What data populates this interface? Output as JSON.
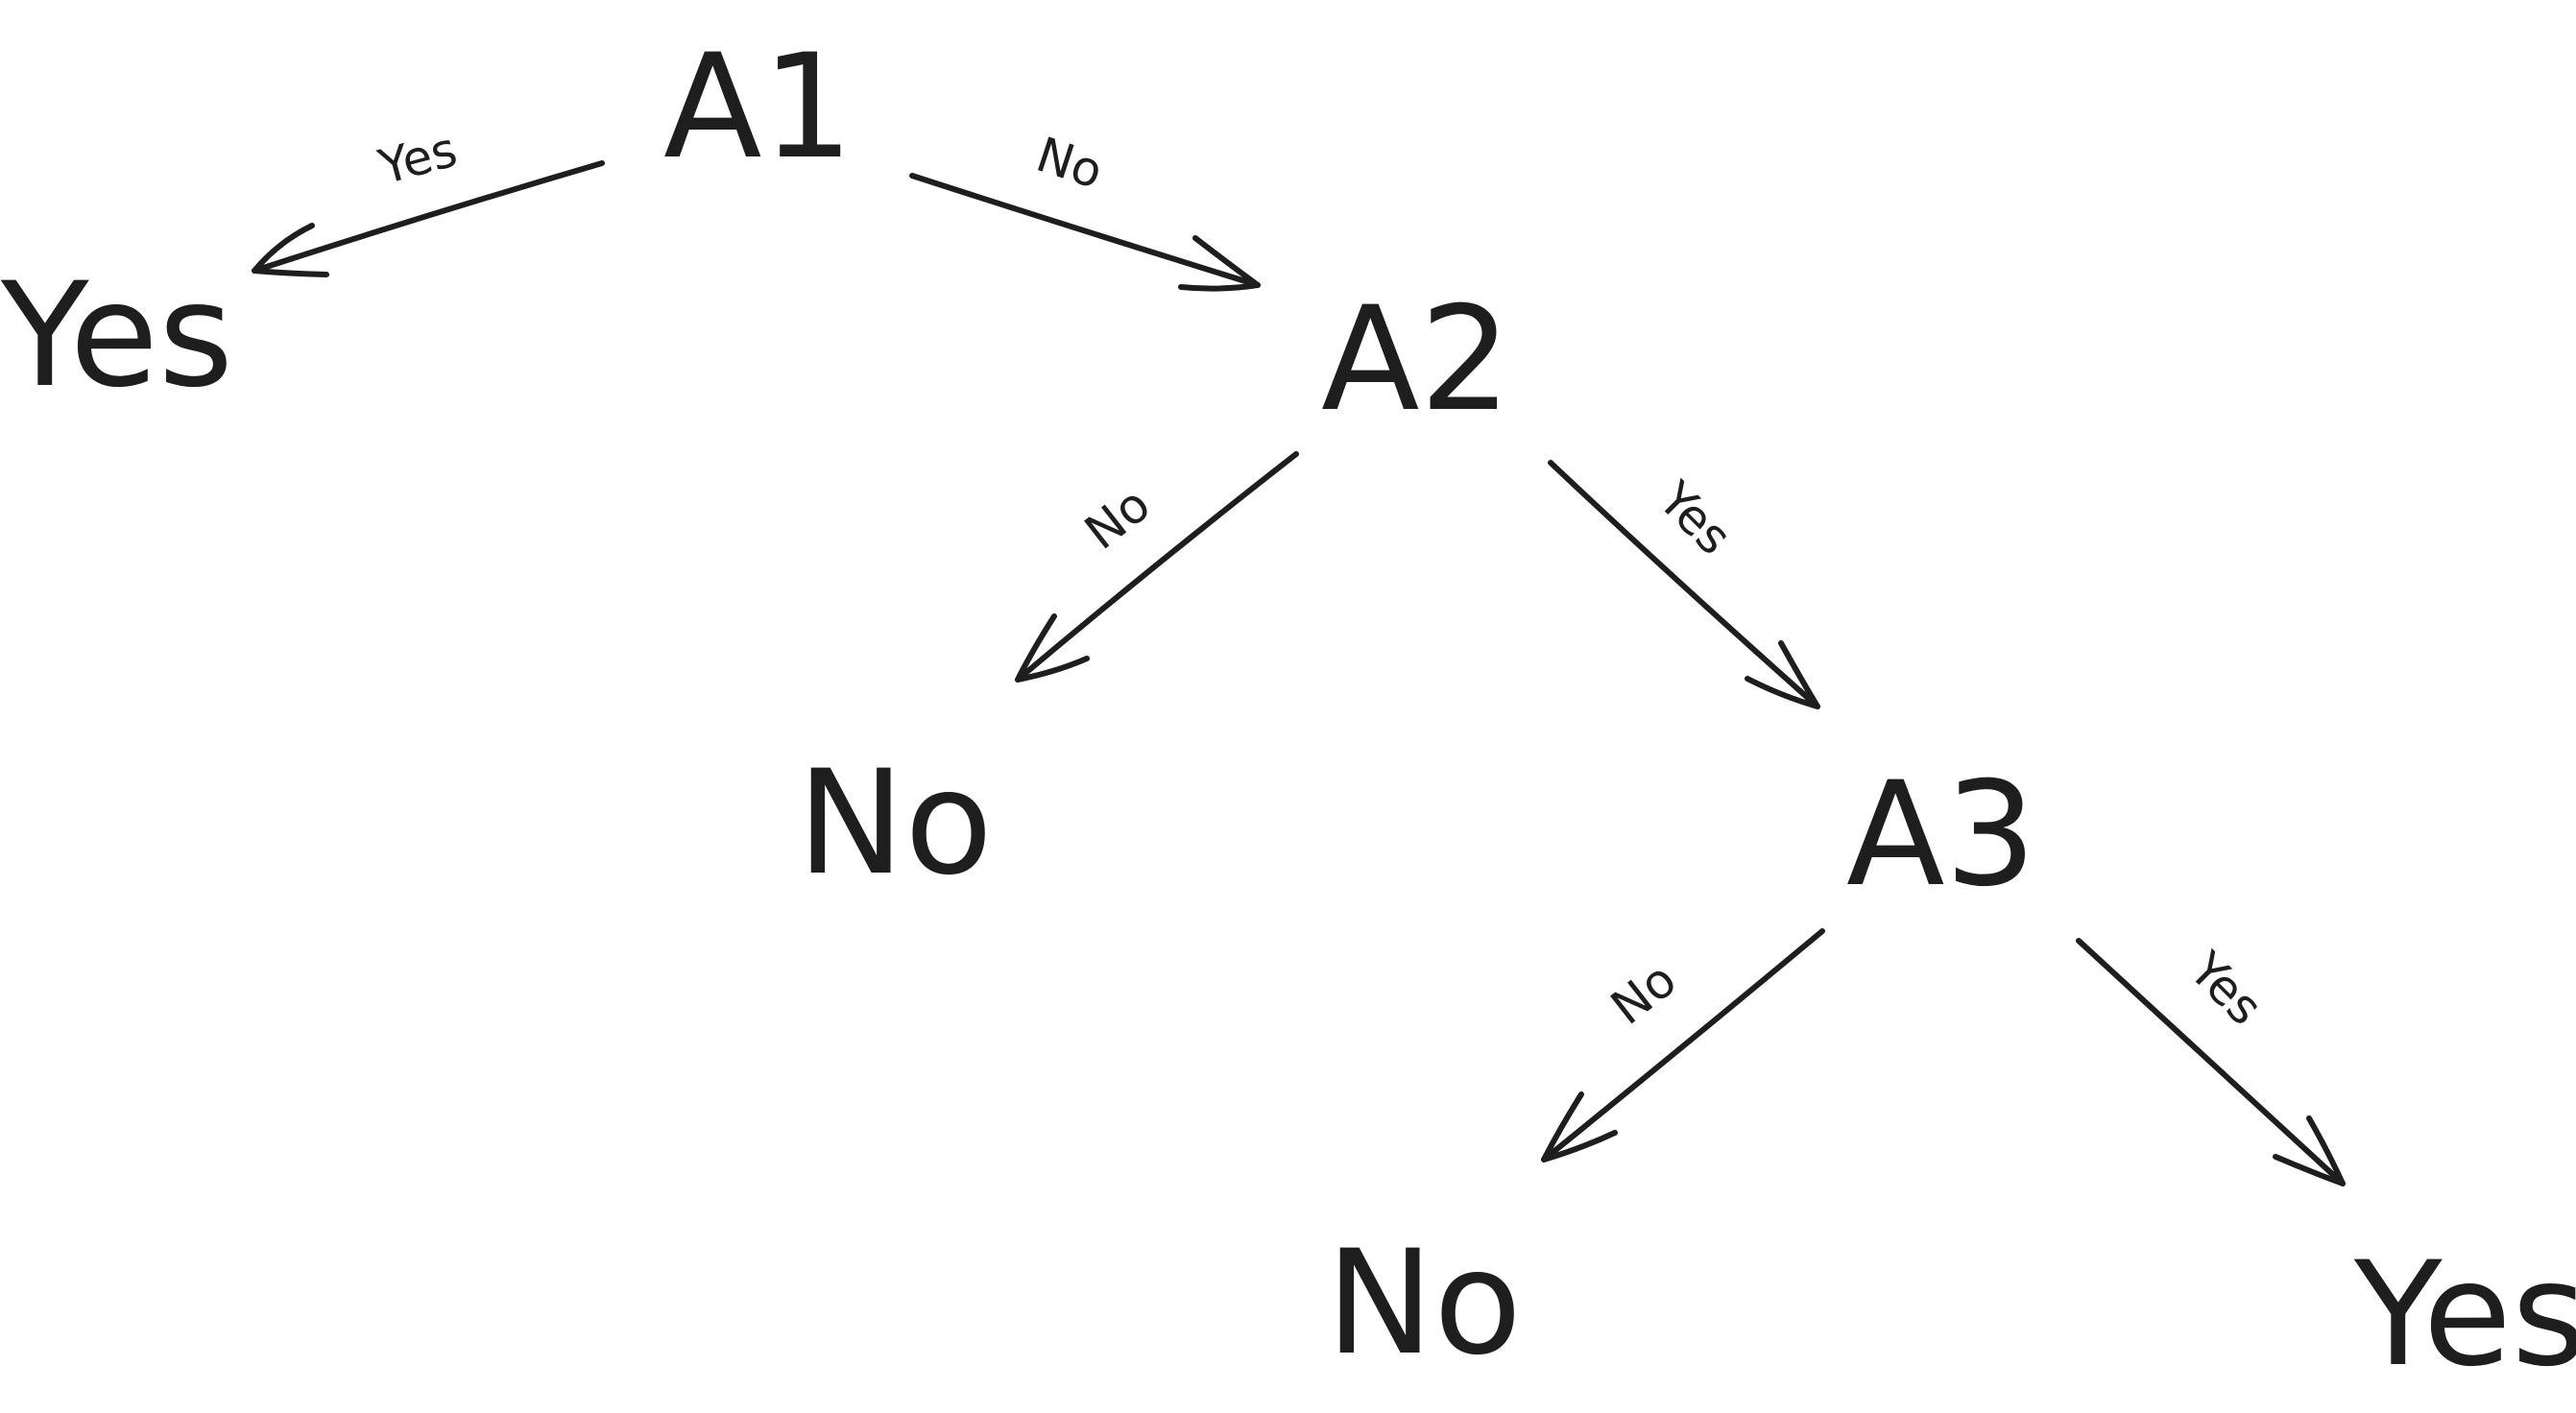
{
  "nodes": {
    "a1": "A1",
    "a2": "A2",
    "a3": "A3",
    "leaf_yes_top": "Yes",
    "leaf_no_middle": "No",
    "leaf_no_bottom": "No",
    "leaf_yes_bottom": "Yes"
  },
  "edges": {
    "a1_yes": "Yes",
    "a1_no": "No",
    "a2_no": "No",
    "a2_yes": "Yes",
    "a3_no": "No",
    "a3_yes": "Yes"
  },
  "colors": {
    "ink": "#1e1e1e",
    "background": "#ffffff"
  }
}
